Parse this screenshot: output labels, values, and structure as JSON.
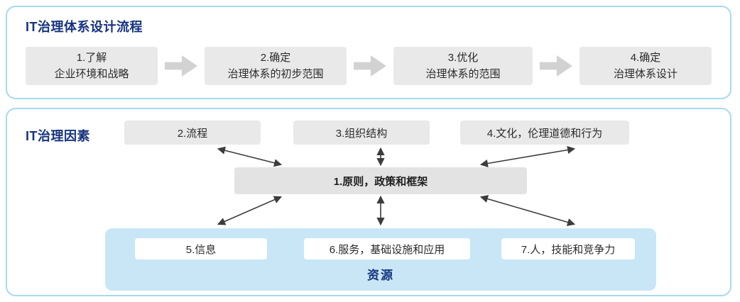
{
  "top_panel": {
    "title": "IT治理体系设计流程",
    "steps": [
      {
        "line1": "1.了解",
        "line2": "企业环境和战略"
      },
      {
        "line1": "2.确定",
        "line2": "治理体系的初步范围"
      },
      {
        "line1": "3.优化",
        "line2": "治理体系的范围"
      },
      {
        "line1": "4.确定",
        "line2": "治理体系设计"
      }
    ]
  },
  "bottom_panel": {
    "title": "IT治理因素",
    "top_factors": [
      "2.流程",
      "3.组织结构",
      "4.文化，伦理道德和行为"
    ],
    "center_factor": "1.原则，政策和框架",
    "resource_items": [
      "5.信息",
      "6.服务，基础设施和应用",
      "7.人，技能和竞争力"
    ],
    "resource_label": "资源"
  },
  "colors": {
    "panel_border": "#a6d9f2",
    "title_blue": "#16337f",
    "box_gray": "#e9e9e9",
    "block_arrow_gray": "#d2d2d2",
    "resource_bg": "#c8e6f6",
    "connector": "#3c3c3c"
  }
}
